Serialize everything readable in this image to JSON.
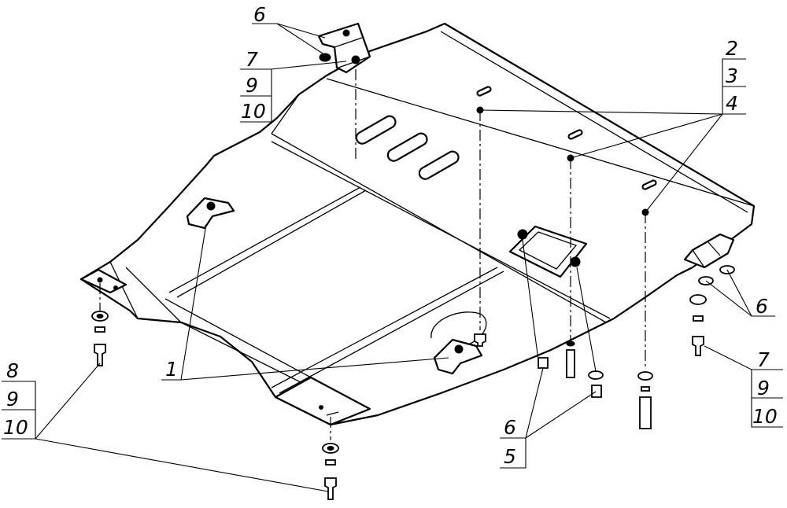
{
  "callouts": {
    "c1": "1",
    "c2": "2",
    "c3": "3",
    "c4": "4",
    "c5": "5",
    "c6_top": "6",
    "c6_right": "6",
    "c6_bottom": "6",
    "c7_left": "7",
    "c7_right": "7",
    "c8": "8",
    "c9_left_top": "9",
    "c9_left_bottom": "9",
    "c9_right": "9",
    "c10_left_top": "10",
    "c10_left_bottom": "10",
    "c10_right": "10"
  }
}
